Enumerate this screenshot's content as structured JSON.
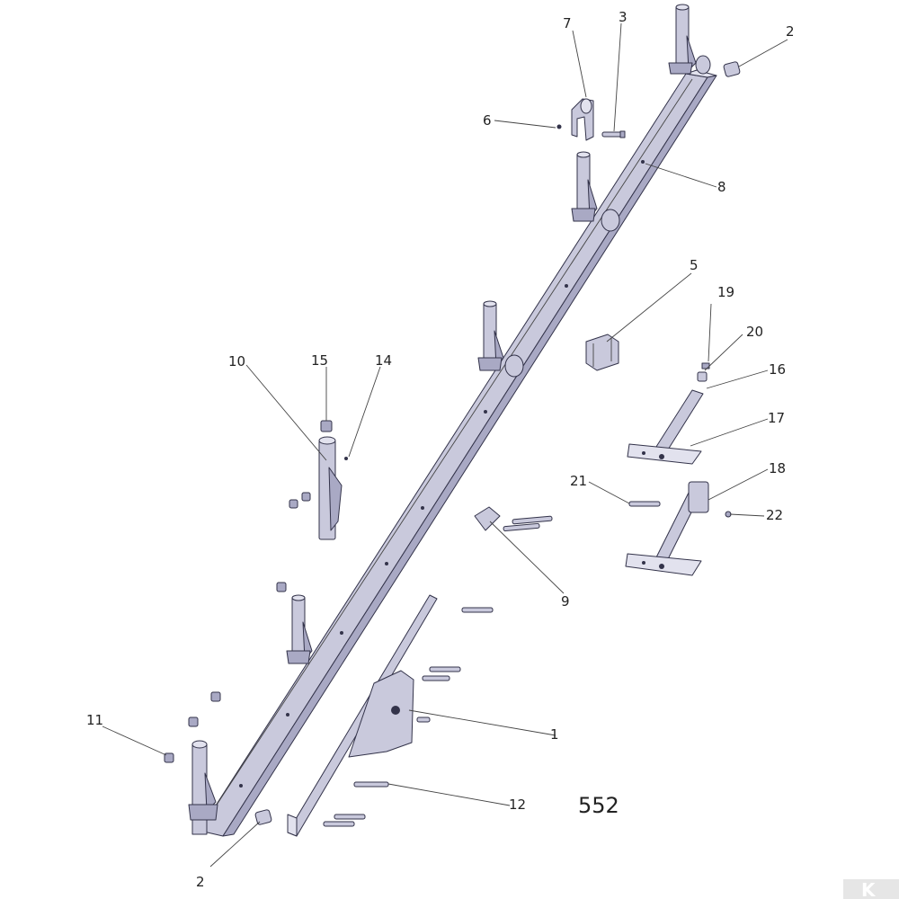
{
  "diagram": {
    "figure_number": "552",
    "callouts": [
      "1",
      "2",
      "2",
      "3",
      "5",
      "6",
      "7",
      "8",
      "9",
      "10",
      "11",
      "12",
      "14",
      "15",
      "16",
      "17",
      "18",
      "19",
      "20",
      "21",
      "22"
    ],
    "watermark_text": "K"
  },
  "colors": {
    "part_fill": "#c9c9dc",
    "part_outline": "#33334a",
    "watermark": "#d8d8d8"
  }
}
